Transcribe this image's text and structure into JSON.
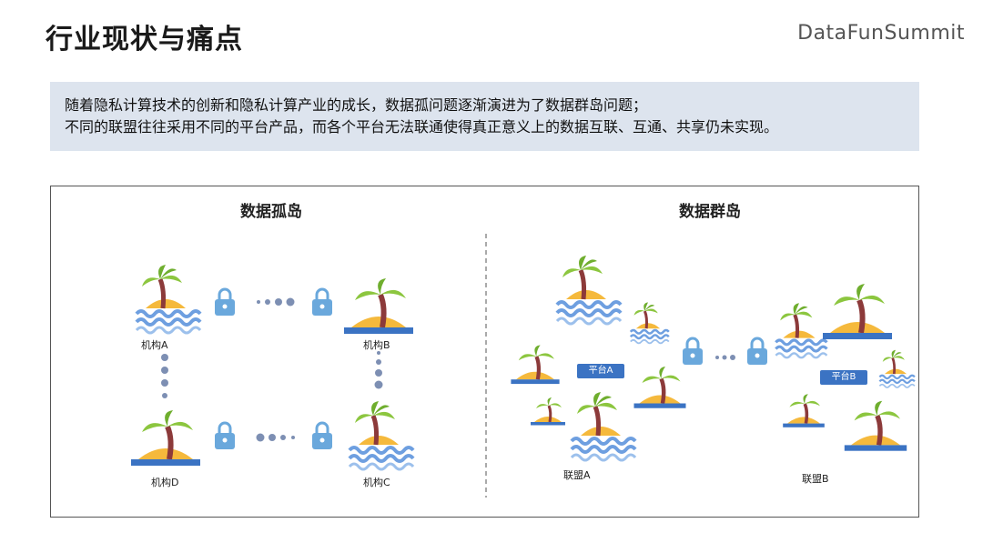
{
  "header": {
    "title": "行业现状与痛点",
    "brand": "DataFunSummit"
  },
  "intro": {
    "line1": "随着隐私计算技术的创新和隐私计算产业的成长，数据孤问题逐渐演进为了数据群岛问题；",
    "line2": "不同的联盟往往采用不同的平台产品，而各个平台无法联通使得真正意义上的数据互联、互通、共享仍未实现。"
  },
  "left_section": {
    "title": "数据孤岛",
    "nodes": {
      "a": "机构A",
      "b": "机构B",
      "c": "机构C",
      "d": "机构D"
    }
  },
  "right_section": {
    "title": "数据群岛",
    "platform_a": "平台A",
    "platform_b": "平台B",
    "alliance_a": "联盟A",
    "alliance_b": "联盟B"
  },
  "colors": {
    "intro_bg": "#dde4ee",
    "platform": "#3b73c3",
    "lock": "#6aa8dc",
    "dots": "#7d8fb3",
    "water": "#6e9fe0",
    "sand": "#f5b93c",
    "trunk": "#8c3a3a",
    "leaf": "#8cc63f"
  },
  "icons": [
    "island-icon",
    "lock-icon",
    "ellipsis-dots-icon"
  ]
}
